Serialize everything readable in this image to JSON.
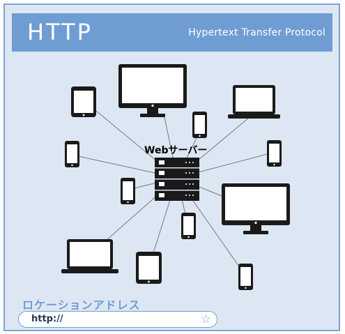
{
  "header": {
    "title": "HTTP",
    "subtitle": "Hypertext Transfer Protocol"
  },
  "server": {
    "label": "Webサーバー"
  },
  "address": {
    "label": "ロケーションアドレス",
    "value": "http://",
    "bookmark_icon": "star-icon"
  },
  "colors": {
    "accent": "#6f9dd3",
    "background": "#dde7f3",
    "device": "#1a1a1a"
  },
  "clients": [
    "tablet",
    "desktop",
    "smartphone",
    "laptop",
    "smartphone",
    "smartphone",
    "smartphone",
    "desktop",
    "smartphone",
    "laptop",
    "tablet",
    "smartphone"
  ]
}
